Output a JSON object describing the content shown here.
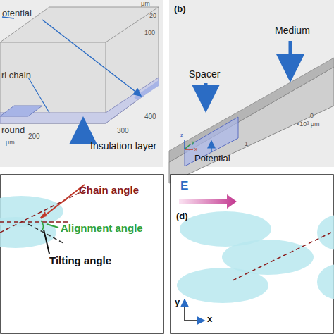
{
  "diagram": {
    "labels": [
      "otential",
      "μm",
      "20",
      "100",
      "rl chain",
      "round",
      "200",
      "μm",
      "Insulation layer",
      "300",
      "400",
      "(b)",
      "Spacer",
      "Medium",
      "Potential",
      "-1",
      "0",
      "×10³ μm",
      "z",
      "y",
      "x",
      "Chain angle",
      "Alignment angle",
      "Tilting angle",
      "E",
      "(d)",
      "y",
      "x"
    ]
  }
}
